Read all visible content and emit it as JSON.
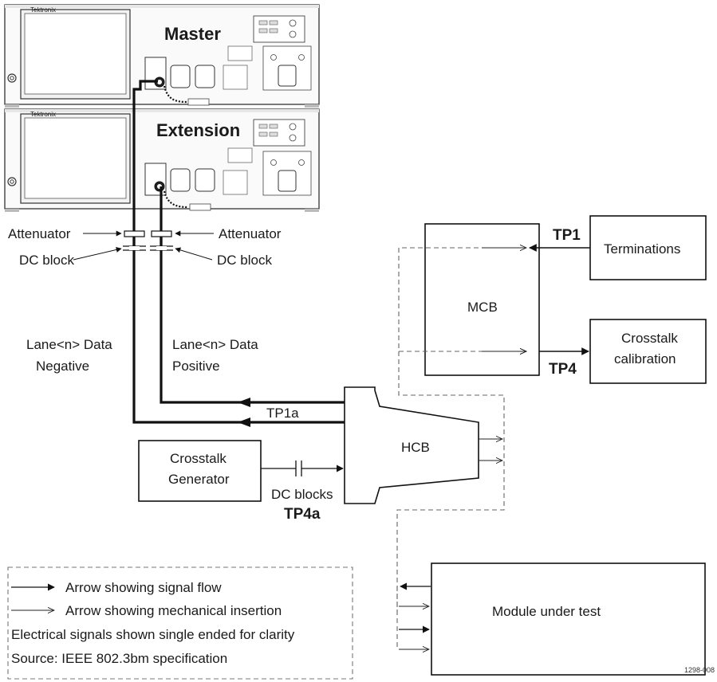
{
  "instruments": {
    "master": {
      "title": "Master",
      "brand": "Tektronix"
    },
    "extension": {
      "title": "Extension",
      "brand": "Tektronix"
    }
  },
  "labels": {
    "attenuator_left": "Attenuator",
    "attenuator_right": "Attenuator",
    "dc_block_left": "DC block",
    "dc_block_right": "DC block",
    "lane_negative": [
      "Lane<n> Data",
      "Negative"
    ],
    "lane_positive": [
      "Lane<n> Data",
      "Positive"
    ],
    "tp1a": "TP1a",
    "tp1": "TP1",
    "tp4": "TP4",
    "tp4a": "TP4a",
    "dc_blocks": "DC blocks"
  },
  "blocks": {
    "mcb": "MCB",
    "hcb": "HCB",
    "terminations": "Terminations",
    "crosstalk_calibration": [
      "Crosstalk",
      "calibration"
    ],
    "crosstalk_generator": [
      "Crosstalk",
      "Generator"
    ],
    "module_under_test": "Module under test"
  },
  "legend": {
    "signal_flow": "Arrow showing signal flow",
    "mechanical_insertion": "Arrow showing mechanical insertion",
    "note": "Electrical signals shown single ended for clarity",
    "source": "Source: IEEE 802.3bm specification"
  },
  "figure_id": "1298-008"
}
